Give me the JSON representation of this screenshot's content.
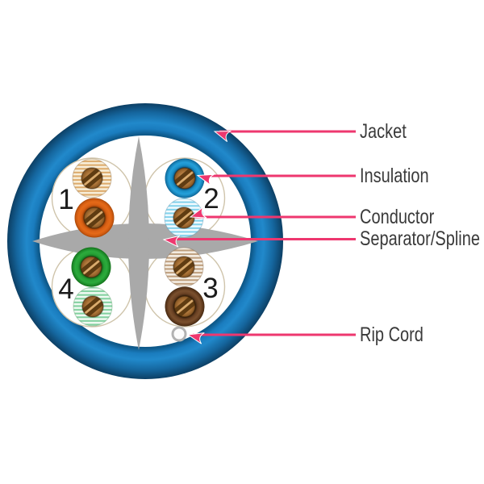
{
  "figure": {
    "type": "utp-cable-cross-section",
    "labels": [
      {
        "id": "jacket",
        "text": "Jacket"
      },
      {
        "id": "insulation",
        "text": "Insulation"
      },
      {
        "id": "conductor",
        "text": "Conductor"
      },
      {
        "id": "separator",
        "text": "Separator/Spline"
      },
      {
        "id": "rip-cord",
        "text": "Rip Cord"
      }
    ],
    "pairs": [
      {
        "number": "1",
        "position": "top-left",
        "wires": [
          "white-orange stripe",
          "orange"
        ]
      },
      {
        "number": "2",
        "position": "top-right",
        "wires": [
          "blue",
          "white-blue stripe"
        ]
      },
      {
        "number": "3",
        "position": "bottom-right",
        "wires": [
          "white-brown stripe",
          "brown"
        ]
      },
      {
        "number": "4",
        "position": "bottom-left",
        "wires": [
          "green",
          "white-green stripe"
        ]
      }
    ],
    "colors": {
      "jacket_blue": "#1e86c8",
      "spline_gray": "#a9a9a9",
      "arrow_pink": "#ee376f",
      "label_text": "#3a3a3a",
      "copper": "#a06a30",
      "orange": "#e0661a",
      "blue": "#1c96d0",
      "green": "#27a337",
      "brown": "#6f4526",
      "stripe_orange": "#ddab6c",
      "stripe_blue": "#84d2ec",
      "stripe_green": "#83d1a0",
      "stripe_brown": "#bf9f7e",
      "rip_cord_gray": "#b2b2b2",
      "pair_outline": "#cfc4ab"
    }
  }
}
